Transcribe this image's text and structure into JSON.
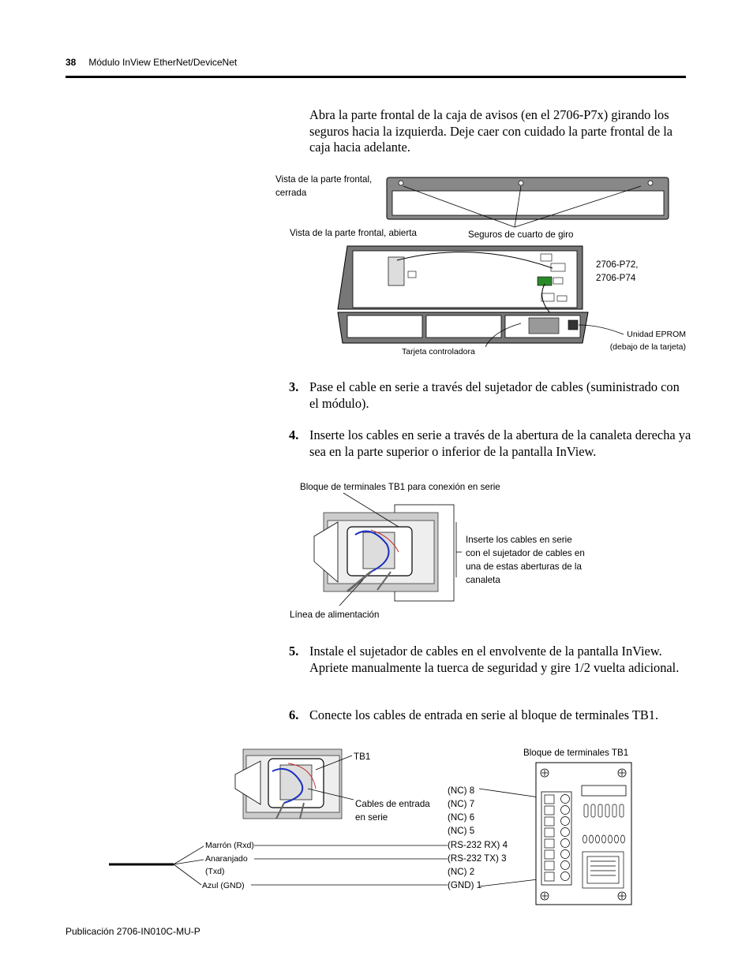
{
  "header": {
    "page_number": "38",
    "title": "Módulo InView EtherNet/DeviceNet"
  },
  "intro": "Abra la parte frontal de la caja de avisos (en el 2706-P7x) girando los seguros hacia la izquierda. Deje caer con cuidado la parte frontal de la caja hacia adelante.",
  "figure1": {
    "front_closed_line1": "Vista de la parte frontal,",
    "front_closed_line2": "cerrada",
    "front_open": "Vista de la parte frontal, abierta",
    "latches": "Seguros de cuarto de giro",
    "model_line1": "2706-P72,",
    "model_line2": "2706-P74",
    "eprom_line1": "Unidad EPROM",
    "eprom_line2": "(debajo de la tarjeta)",
    "controller": "Tarjeta controladora"
  },
  "steps": [
    {
      "number": "3.",
      "text": "Pase el cable en serie a través del sujetador de cables (suministrado con el módulo)."
    },
    {
      "number": "4.",
      "text": "Inserte los cables en serie a través de la abertura de la canaleta derecha ya sea en la parte superior o inferior de la pantalla InView."
    },
    {
      "number": "5.",
      "text": "Instale el sujetador de cables en el envolvente de la pantalla InView. Apriete manualmente la tuerca de seguridad y gire 1/2 vuelta adicional."
    },
    {
      "number": "6.",
      "text": "Conecte los cables de entrada en serie al bloque de terminales TB1."
    }
  ],
  "figure2": {
    "tb1_label": "Bloque de terminales TB1 para conexión en serie",
    "insert_line1": "Inserte los cables en serie",
    "insert_line2": "con el sujetador de cables en",
    "insert_line3": "una de estas aberturas de la",
    "insert_line4": "canaleta",
    "power_line": "Línea de alimentación"
  },
  "figure3": {
    "tb1": "TB1",
    "cables_line1": "Cables de entrada",
    "cables_line2": "en serie",
    "block_title": "Bloque de terminales TB1",
    "wire_brown": "Marrón (Rxd)",
    "wire_orange_line1": "Anaranjado",
    "wire_orange_line2": "(Txd)",
    "wire_blue": "Azul (GND)",
    "pins": [
      "(NC) 8",
      "(NC) 7",
      "(NC) 6",
      "(NC) 5",
      "(RS-232 RX) 4",
      "(RS-232 TX) 3",
      "(NC) 2",
      "(GND) 1"
    ]
  },
  "footer": "Publicación 2706-IN010C-MU-P"
}
